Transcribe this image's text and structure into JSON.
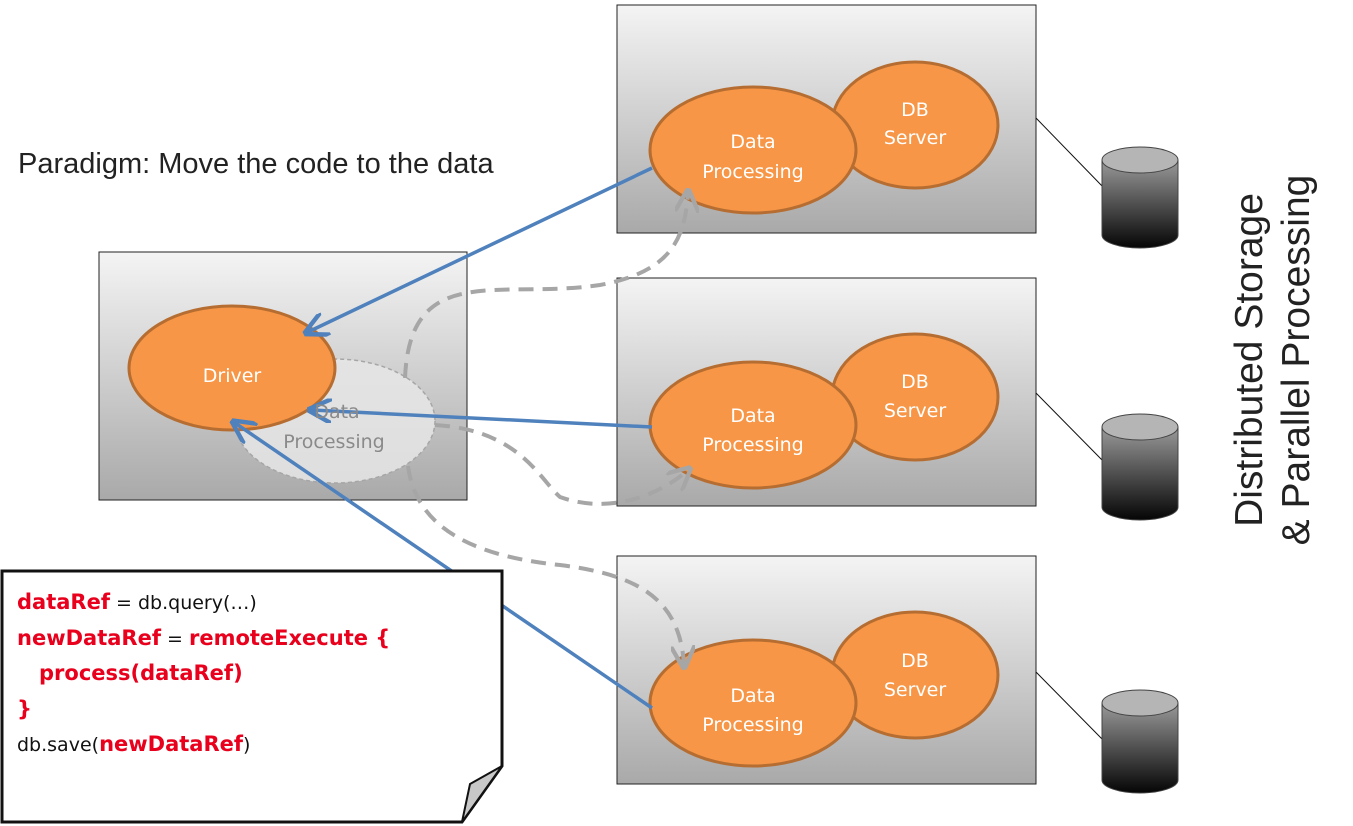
{
  "title": "Paradigm: Move the code to the data",
  "side_title": {
    "line1": "Distributed Storage",
    "line2": "& Parallel Processing"
  },
  "driver": {
    "label": "Driver",
    "ghost_label_line1": "Data",
    "ghost_label_line2": "Processing"
  },
  "nodes": [
    {
      "processing_line1": "Data",
      "processing_line2": "Processing",
      "db_line1": "DB",
      "db_line2": "Server"
    },
    {
      "processing_line1": "Data",
      "processing_line2": "Processing",
      "db_line1": "DB",
      "db_line2": "Server"
    },
    {
      "processing_line1": "Data",
      "processing_line2": "Processing",
      "db_line1": "DB",
      "db_line2": "Server"
    }
  ],
  "code": {
    "line1_kw": "dataRef",
    "line1_rest": " = db.query(…)",
    "line2_kw": "newDataRef",
    "line2_mid": " = ",
    "line2_kw2": "remoteExecute {",
    "line3_kw": "process(dataRef)",
    "line4_kw": "}",
    "line5_pre": "db.save(",
    "line5_kw": "newDataRef",
    "line5_post": ")"
  },
  "colors": {
    "orange": "#f79646",
    "orange_border": "#b66d31",
    "arrow_blue": "#4f81bd",
    "dashed_gray": "#a6a6a6",
    "code_red": "#e8001c"
  }
}
